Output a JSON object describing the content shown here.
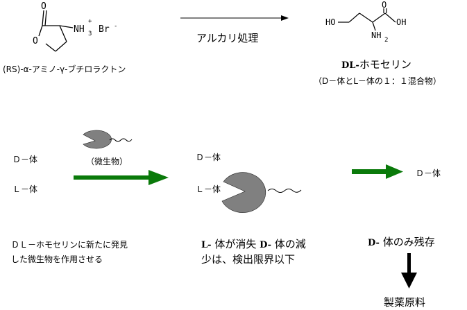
{
  "reactant": {
    "name": "(RS)-α-アミノ-γ-ブチロラクトン",
    "ring_carbonyl_o": "O",
    "ring_o": "O",
    "amine": "NH",
    "amine_sub": "3",
    "amine_sup": "+",
    "counter_ion": "Br",
    "counter_sup": "-"
  },
  "reaction": {
    "label": "アルカリ処理"
  },
  "product": {
    "ho_label": "HO",
    "carbonyl_o": "O",
    "acid_oh": "OH",
    "amine": "NH",
    "amine_sub": "2",
    "name_prefix": "DL-",
    "name_main": "ホモセリン",
    "note": "（D－体とL－体の１：１混合物）"
  },
  "stage1": {
    "d_label": "Ｄ－体",
    "l_label": "Ｌ－体",
    "microbe_label": "（微生物）",
    "caption_line1": "ＤＬ－ホモセリンに新たに発見",
    "caption_line2": "した微生物を作用させる"
  },
  "stage2": {
    "d_label": "Ｄ－体",
    "l_label": "Ｌ－体",
    "caption_line1_prefix": "L-",
    "caption_line1_mid": " 体が消失 ",
    "caption_line1_prefix2": "D-",
    "caption_line1_rest": " 体の減",
    "caption_line2": "少は、検出限界以下"
  },
  "stage3": {
    "d_label": "Ｄ－体",
    "caption_prefix": "D-",
    "caption_rest": " 体のみ残存",
    "final_label": "製薬原料"
  },
  "colors": {
    "green_arrow": "#0a7a0a",
    "microbe_fill": "#808080",
    "line": "#000000"
  }
}
